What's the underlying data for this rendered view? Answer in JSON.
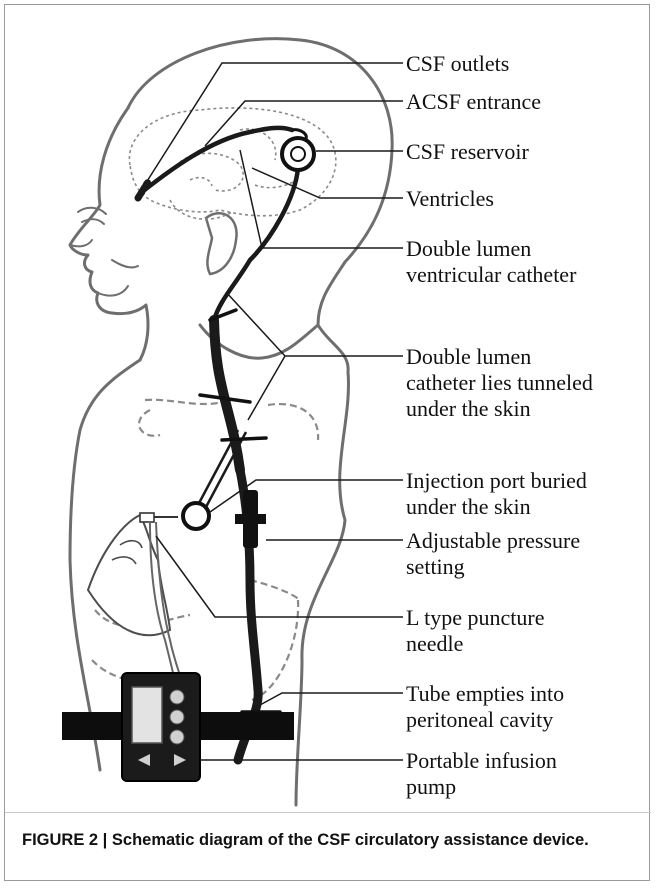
{
  "labels": {
    "csf_outlets": "CSF outlets",
    "acsf_entrance": "ACSF entrance",
    "csf_reservoir": "CSF reservoir",
    "ventricles": "Ventricles",
    "double_lumen_ventricular_catheter": [
      "Double lumen",
      "ventricular catheter"
    ],
    "double_lumen_tunneled": [
      "Double lumen",
      "catheter lies tunneled",
      "under the skin"
    ],
    "injection_port": [
      "Injection port buried",
      "under the skin"
    ],
    "adjustable_pressure": [
      "Adjustable pressure",
      "setting"
    ],
    "l_type_needle": [
      "L type puncture",
      "needle"
    ],
    "tube_empties": [
      "Tube empties into",
      "peritoneal cavity"
    ],
    "portable_pump": [
      "Portable infusion",
      "pump"
    ]
  },
  "caption": {
    "label": "FIGURE 2 | ",
    "text": "Schematic diagram of the CSF circulatory assistance device."
  }
}
